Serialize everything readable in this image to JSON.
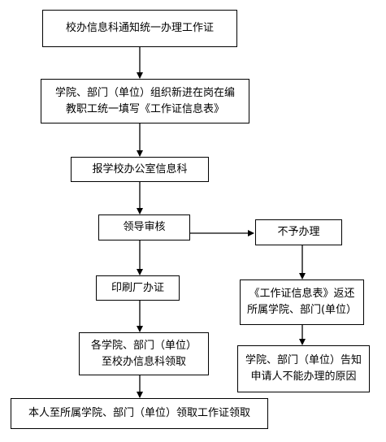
{
  "flow": {
    "step1": "校办信息科通知统一办理工作证",
    "step2_line1": "学院、部门（单位）组织新进在岗在编",
    "step2_line2": "教职工统一填写《工作证信息表》",
    "step3": "报学校办公室信息科",
    "step4": "领导审核",
    "step5": "印刷厂办证",
    "step6_line1": "各学院、部门（单位）",
    "step6_line2": "至校办信息科领取",
    "step7": "本人至所属学院、部门（单位）领取工作证领取",
    "reject1": "不予办理",
    "reject2_line1": "《工作证信息表》返还",
    "reject2_line2": "所属学院、部门(单位）",
    "reject3_line1": "学院、部门（单位）告知",
    "reject3_line2": "申请人不能办理的原因"
  }
}
